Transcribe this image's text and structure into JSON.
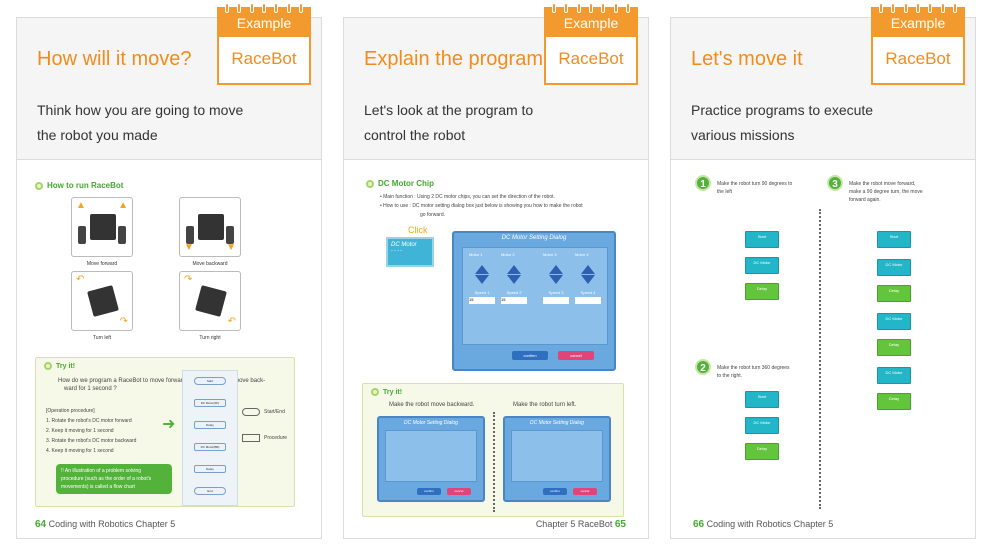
{
  "cards": [
    {
      "title": "How will it move?",
      "subtitle_1": "Think how you are going to move",
      "subtitle_2": "the robot you made",
      "tag_label": "Example",
      "tag_name": "RaceBot",
      "page": {
        "section": "How to run RaceBot",
        "captions": [
          "Move forward",
          "Move backward",
          "Turn left",
          "Turn right"
        ],
        "try_title": "Try it!",
        "try_q1": "How do we program a RaceBot to move forward for 1 second and move back-",
        "try_q2": "ward  for 1 second ?",
        "proc_head": "[Operation procedure]",
        "proc": [
          "1. Rotate the robot's DC motor forward",
          "2. Keep it moving for 1 second",
          "3. Rotate the robot's DC motor backward",
          "4. Keep it moving for 1 second"
        ],
        "flow": [
          "Start",
          "DC Motor(FF)",
          "Delay",
          "DC Motor(BB)",
          "Delay",
          "End"
        ],
        "legend_1": "Start/End",
        "legend_2": "Procedure",
        "note_1": "!! An illustration of a problem solving",
        "note_2": "procedure (such as the order of a robot's",
        "note_3": "movements) is called a flow chart",
        "page_num": "64",
        "page_label": "Coding with Robotics Chapter 5"
      }
    },
    {
      "title": "Explain the program",
      "subtitle_1": "Let's look at the program to",
      "subtitle_2": "control the robot",
      "tag_label": "Example",
      "tag_name": "RaceBot",
      "page": {
        "section": "DC Motor Chip",
        "bullet_1": "• Main function : Using 2 DC motor chips, you can set the direction of the robot.",
        "bullet_2": "• How to use : DC motor setting dialog box just below is showing you how to make the robot",
        "bullet_3": "go forward.",
        "click": "Click",
        "chip_label": "DC Motor",
        "dialog_title": "DC Motor Setting Dialog",
        "motors": [
          "Motor 1",
          "Motor 2",
          "Motor 3",
          "Motor 4"
        ],
        "speeds": [
          "Speed 1",
          "Speed 2",
          "Speed 3",
          "Speed 4"
        ],
        "speed_val": "15",
        "confirm": "confirm",
        "cancel": "cancel",
        "try_title": "Try it!",
        "try_left": "Make the robot move backward.",
        "try_right": "Make the robot turn left.",
        "page_num": "65",
        "page_label": "Chapter 5 RaceBot"
      }
    },
    {
      "title": "Let's move it",
      "subtitle_1": "Practice programs to execute",
      "subtitle_2": "various missions",
      "tag_label": "Example",
      "tag_name": "RaceBot",
      "page": {
        "m1_num": "1",
        "m1_text_1": "Make the robot turn 90 degrees to",
        "m1_text_2": "the left",
        "m2_num": "2",
        "m2_text_1": "Make the robot turn 360 degrees",
        "m2_text_2": "to the right.",
        "m3_num": "3",
        "m3_text_1": "Make  the  robot  move  forward,",
        "m3_text_2": "make a 90 degree turn, the move",
        "m3_text_3": "forward again.",
        "blk_start": "Start",
        "blk_motor": "DC Motor",
        "blk_delay": "Delay",
        "page_num": "66",
        "page_label": "Coding with Robotics Chapter 5"
      }
    }
  ],
  "colors": {
    "accent": "#f08c1e",
    "tag": "#f29a2e",
    "green": "#44a832",
    "dialog": "#6aa8e0"
  }
}
